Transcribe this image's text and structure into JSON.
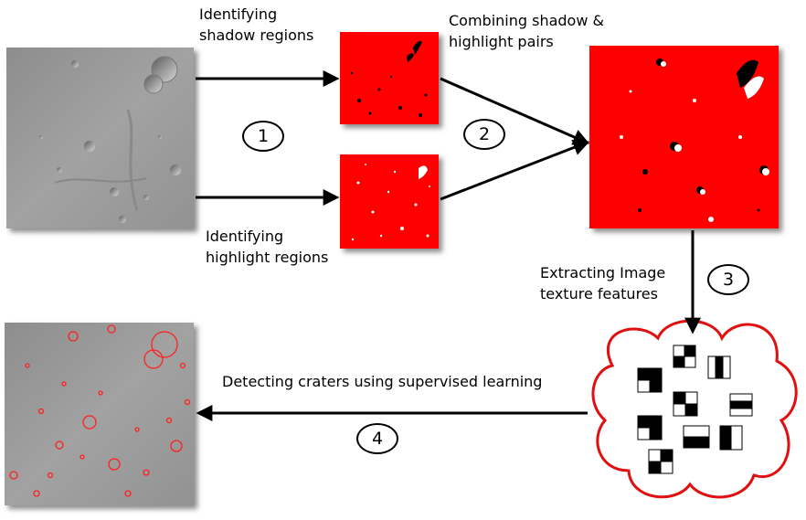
{
  "labels": {
    "shadow": [
      "Identifying",
      "shadow regions"
    ],
    "highlight": [
      "Identifying",
      "highlight regions"
    ],
    "combining": [
      "Combining  shadow &",
      "highlight  pairs"
    ],
    "texture": [
      "Extracting Image",
      "texture features"
    ],
    "detecting": "Detecting craters using supervised learning"
  },
  "steps": [
    "1",
    "2",
    "3",
    "4"
  ],
  "colors": {
    "terrain": "#9a9a9a",
    "mask_red": "#ff0000",
    "cloud_border": "#e01010",
    "crater_outline": "#ff2020",
    "arrow": "#000000"
  }
}
